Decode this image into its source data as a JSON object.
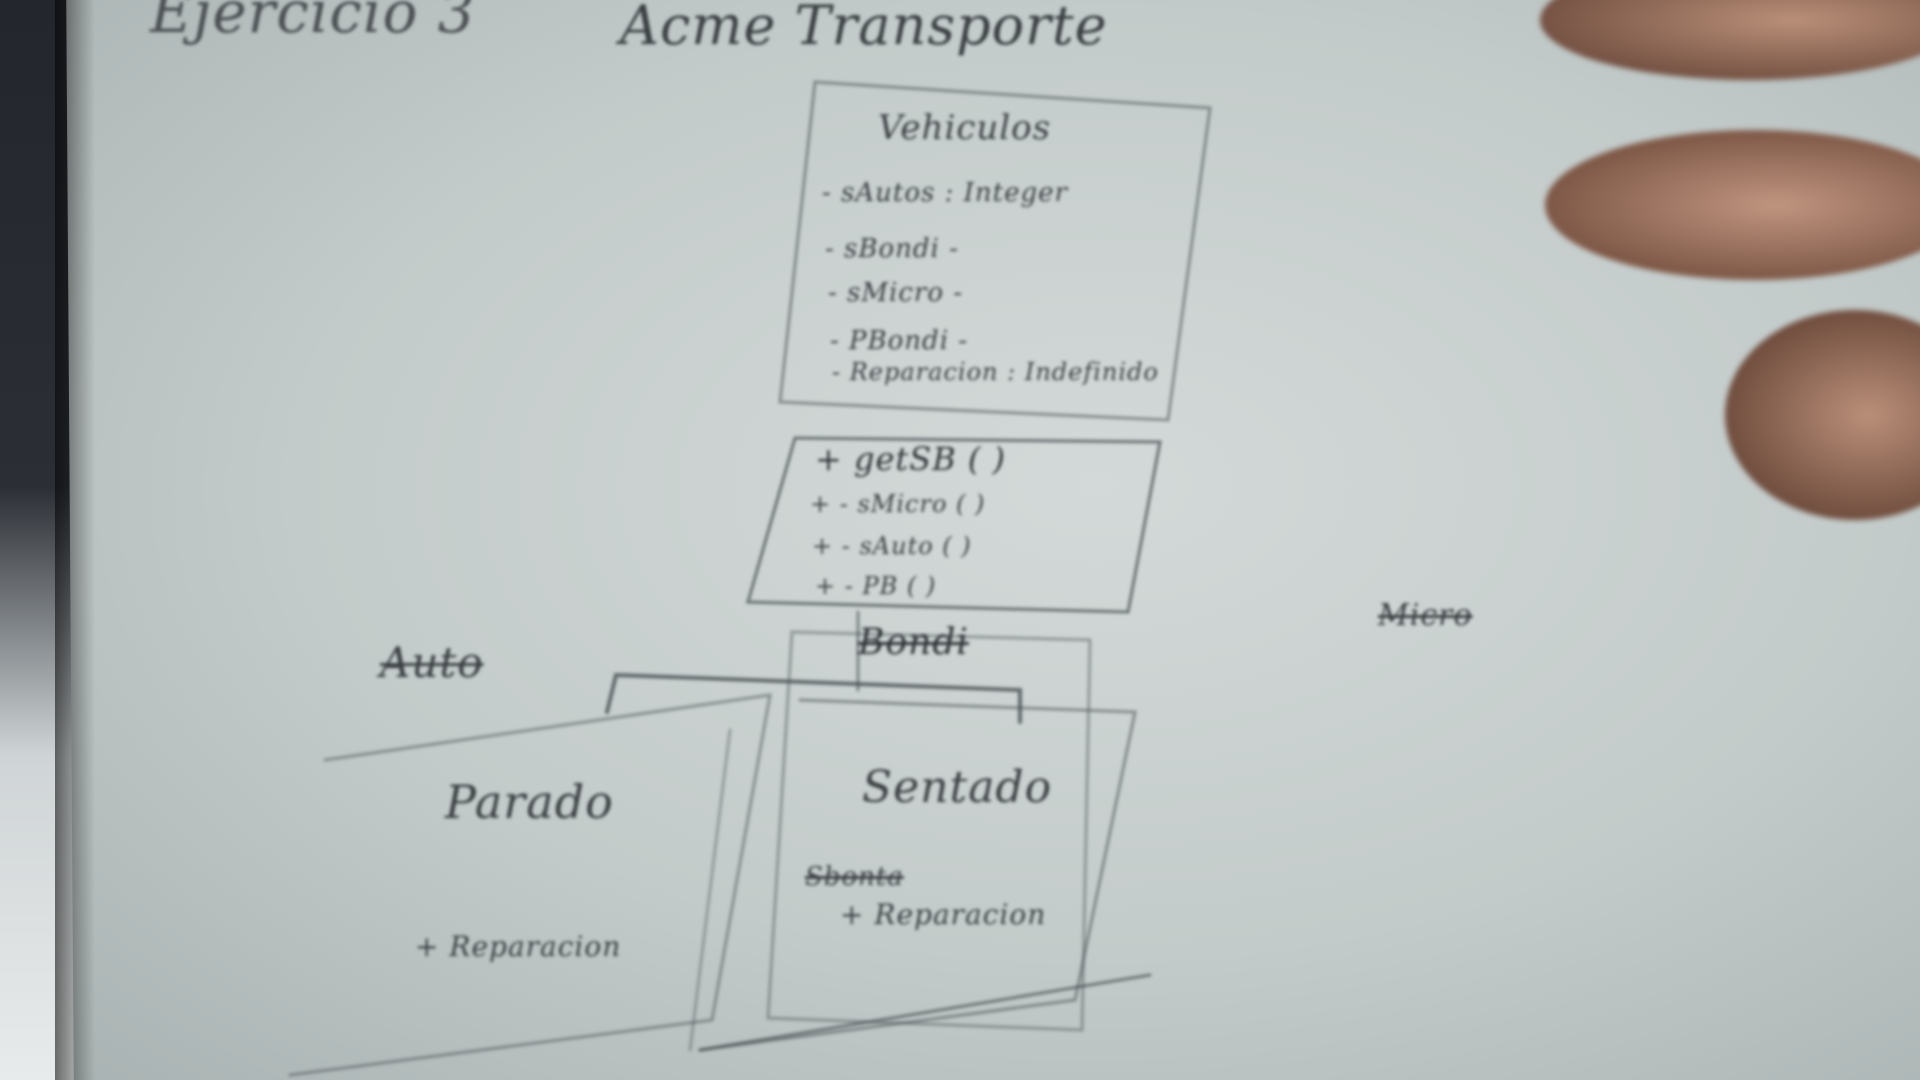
{
  "page": {
    "heading_left": "Ejercicio 3",
    "heading_title": "Acme Transporte"
  },
  "class_box": {
    "title": "Vehiculos",
    "attributes": [
      "- sAutos : Integer",
      "- sBondi  -",
      "- sMicro  -",
      "- PBondi  -",
      "- Reparacion : Indefinido"
    ],
    "methods": [
      "+ getSB ( )",
      "+ - sMicro ( )",
      "+ - sAuto ( )",
      "+ - PB ( )"
    ]
  },
  "struck_labels": {
    "auto": "Auto",
    "bondi": "Bondi",
    "micro": "Micro",
    "sub_sentado": "Sbonta"
  },
  "subclasses": {
    "left": {
      "title": "Parado",
      "method": "+ Reparacion"
    },
    "right": {
      "title": "Sentado",
      "method": "+ Reparacion"
    }
  },
  "colors": {
    "paper": "#c8cfce",
    "pencil": "#3a3f42",
    "skin": "#c89a82"
  }
}
